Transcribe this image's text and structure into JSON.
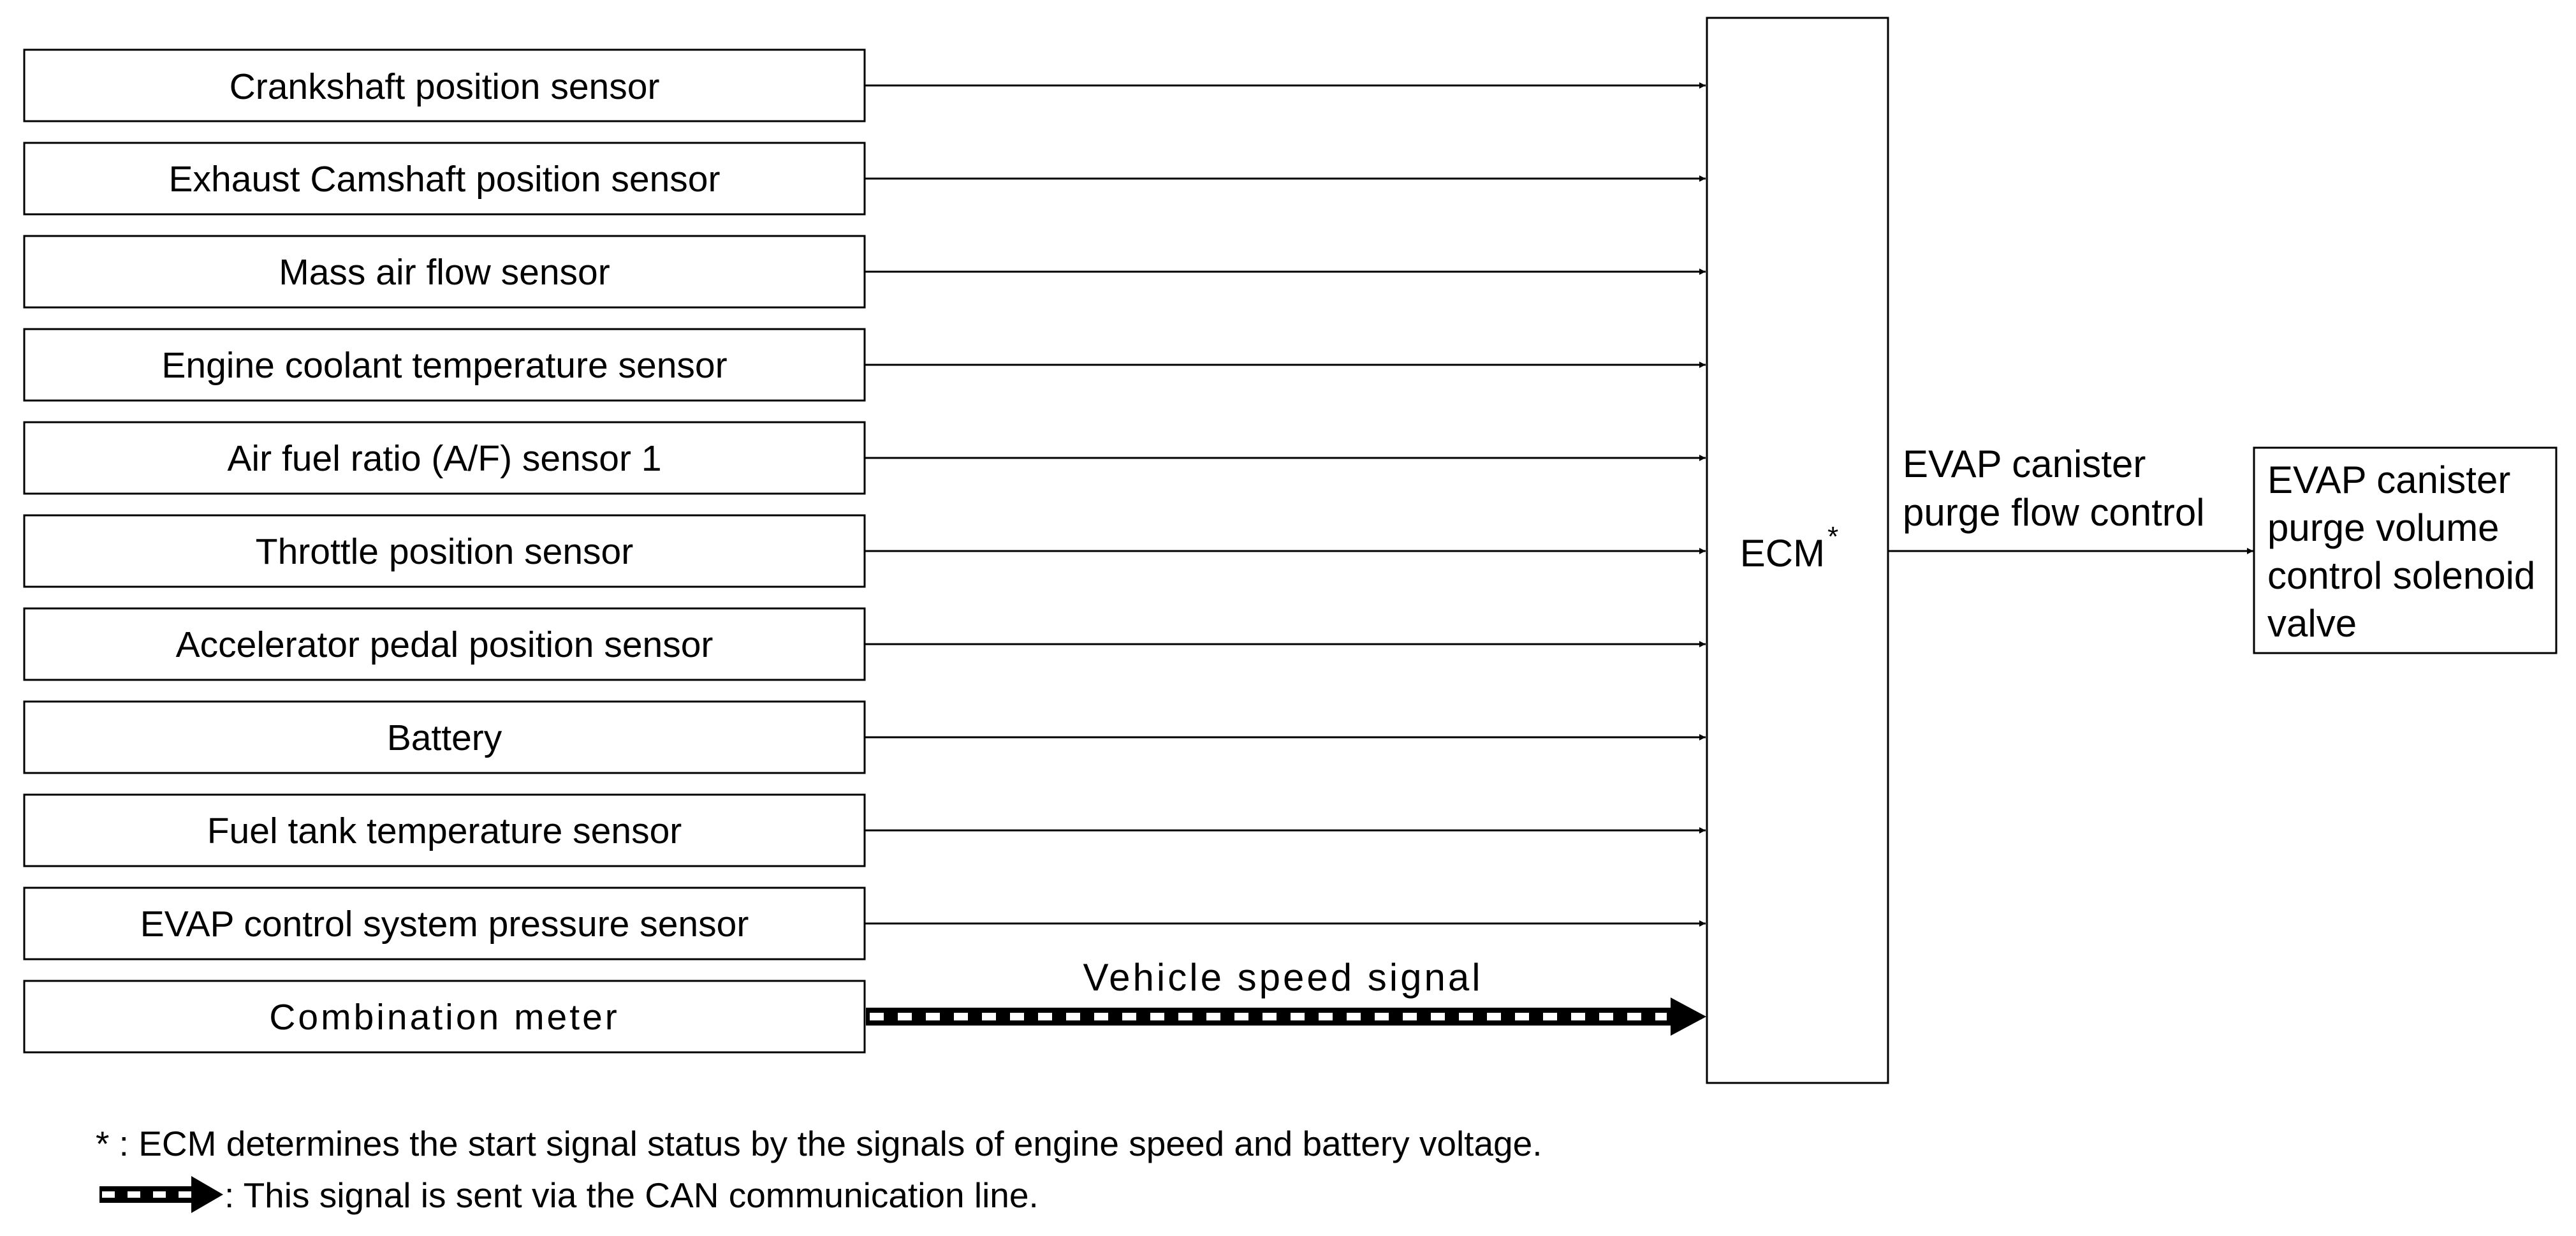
{
  "inputs": [
    "Crankshaft position sensor",
    "Exhaust Camshaft position sensor",
    "Mass air flow sensor",
    "Engine coolant temperature sensor",
    "Air fuel ratio (A/F) sensor 1",
    "Throttle position sensor",
    "Accelerator pedal position sensor",
    "Battery",
    "Fuel tank temperature sensor",
    "EVAP control system pressure sensor",
    "Combination meter"
  ],
  "can_signal_label": "Vehicle speed signal",
  "ecm": {
    "label": "ECM",
    "mark": "*"
  },
  "output_signal": {
    "line1": "EVAP canister",
    "line2": "purge flow control"
  },
  "output_device": {
    "line1": "EVAP canister",
    "line2": "purge volume",
    "line3": "control solenoid",
    "line4": "valve"
  },
  "notes": {
    "asterisk": "* : ECM determines the start signal status by the signals of engine speed and battery voltage.",
    "can": ": This signal is sent via the CAN communication line."
  },
  "colors": {
    "stroke": "#000000",
    "background": "#ffffff",
    "can_dash": "#ffffff"
  }
}
